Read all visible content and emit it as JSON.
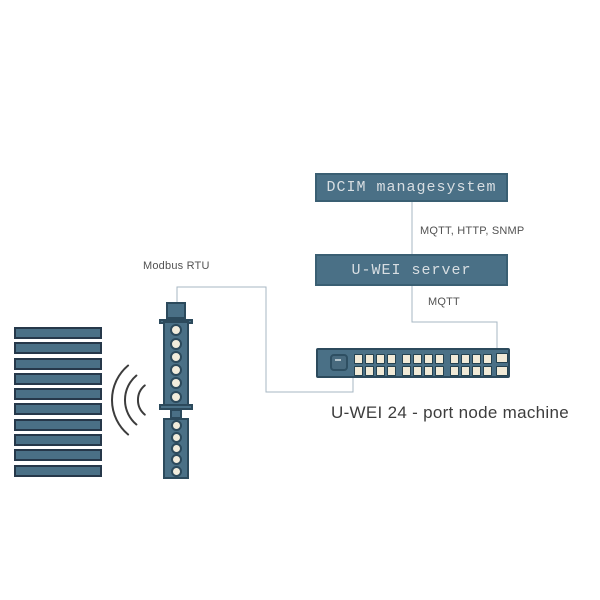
{
  "diagram": {
    "boxes": {
      "dcim": {
        "label": "DCIM managesystem"
      },
      "server": {
        "label": "U-WEI server"
      }
    },
    "links": {
      "dcim_server": {
        "label": "MQTT, HTTP, SNMP"
      },
      "server_node": {
        "label": "MQTT"
      },
      "sensor_bus": {
        "label": "Modbus RTU"
      }
    },
    "node_machine": {
      "caption": "U-WEI 24 - port node machine",
      "port_groups": 3,
      "ports_per_group": 8,
      "uplink_ports": 2
    },
    "sensor_strip": {
      "upper_leds": 6,
      "lower_leds": 5
    },
    "rack": {
      "bars": 10
    },
    "colors": {
      "slate_fill": "#4a7086",
      "dark_border": "#2c4a5c",
      "port_fill": "#f1ead7",
      "wire": "#a7b7c3",
      "signal": "#3c3c3c",
      "box_text": "#d8dee2",
      "label_text": "#525252",
      "caption_text": "#3d3d3d"
    }
  }
}
